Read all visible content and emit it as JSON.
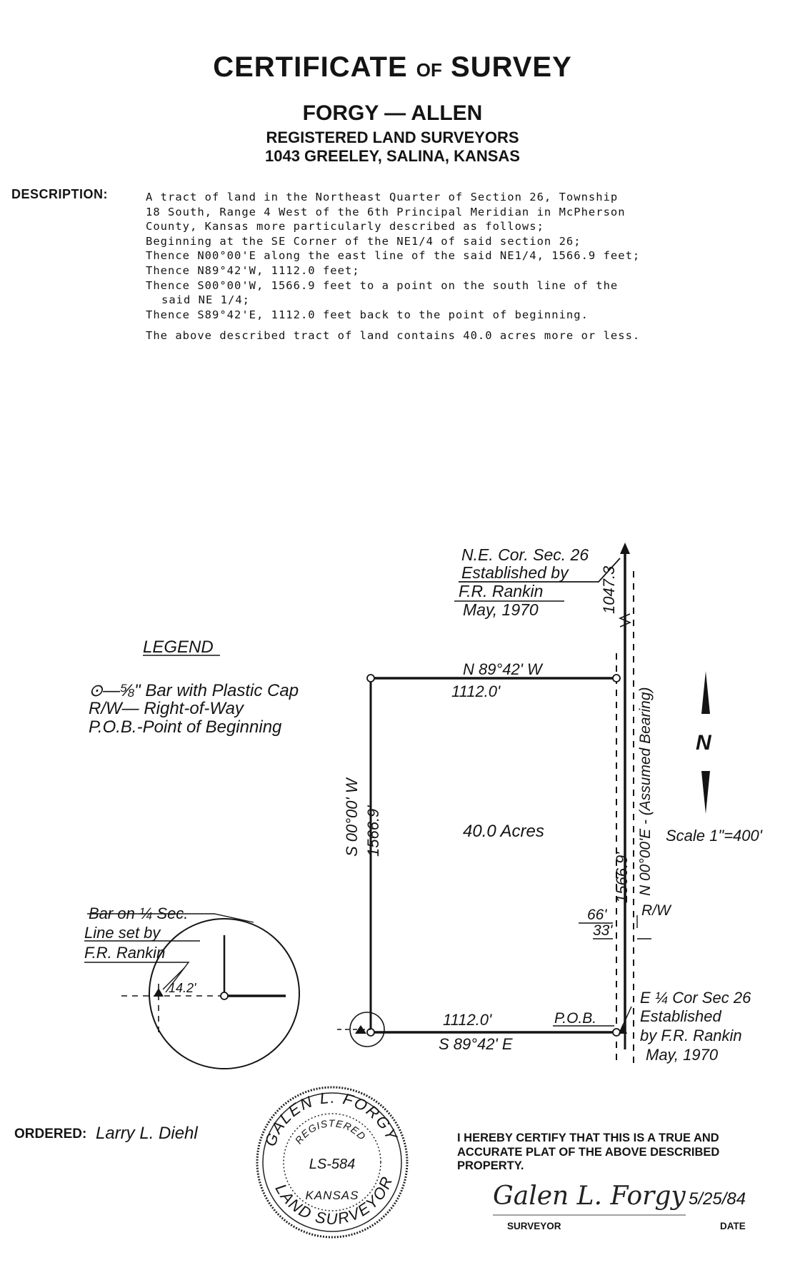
{
  "header": {
    "title_part1": "CERTIFICATE",
    "title_part2": "OF",
    "title_part3": "SURVEY",
    "firm_name": "FORGY — ALLEN",
    "firm_subtitle": "REGISTERED LAND SURVEYORS",
    "firm_address": "1043 GREELEY, SALINA, KANSAS"
  },
  "description": {
    "label": "DESCRIPTION:",
    "lines": [
      "A tract of land in the Northeast Quarter of Section 26, Township",
      "18 South, Range 4 West of the 6th Principal Meridian in McPherson",
      "County, Kansas more particularly described as follows;",
      "Beginning at the SE Corner of the NE1/4 of said section 26;",
      "Thence N00°00'E along the east line of the said NE1/4, 1566.9 feet;",
      "Thence N89°42'W, 1112.0 feet;",
      "Thence S00°00'W, 1566.9 feet to a point on the south line of the",
      "said NE 1/4;",
      "Thence S89°42'E, 1112.0 feet back to the point of beginning.",
      "The above described tract of land contains 40.0 acres more or less."
    ]
  },
  "legend": {
    "title": "LEGEND",
    "item1": "⊙—⅝\" Bar with Plastic Cap",
    "item2": "R/W— Right-of-Way",
    "item3": "P.O.B.-Point of Beginning"
  },
  "plat": {
    "ne_corner_line1": "N.E. Cor. Sec. 26",
    "ne_corner_line2": "Established by",
    "ne_corner_line3": "F.R. Rankin",
    "ne_corner_line4": "May, 1970",
    "top_bearing": "N 89°42' W",
    "top_distance": "1112.0'",
    "east_extension": "1047.3",
    "east_bearing": "N 00°00'E - (Assumed Bearing)",
    "east_distance": "1566.9'",
    "west_bearing": "S 00°00' W",
    "west_distance": "1566.9'",
    "area": "40.0 Acres",
    "scale": "Scale 1\"=400'",
    "north": "N",
    "row_66": "66'",
    "row_33": "33'",
    "row_label": "R/W",
    "bottom_distance": "1112.0'",
    "bottom_bearing": "S 89°42' E",
    "pob": "P.O.B.",
    "e_corner_line1": "E ¼ Cor Sec 26",
    "e_corner_line2": "Established",
    "e_corner_line3": "by F.R. Rankin",
    "e_corner_line4": "May, 1970",
    "bar_line1": "Bar on ¼ Sec.",
    "bar_line2": "Line set by",
    "bar_line3": "F.R. Rankin",
    "bar_distance": "14.2'"
  },
  "seal": {
    "top_text": "GALEN L. FORGY",
    "inner_top": "REGISTERED",
    "number": "LS-584",
    "state": "KANSAS",
    "bottom_text": "LAND SURVEYOR"
  },
  "footer": {
    "ordered_label": "ORDERED:",
    "ordered_name": "Larry L. Diehl",
    "certify_text": "I HEREBY CERTIFY THAT THIS IS A TRUE AND ACCURATE PLAT OF THE ABOVE DESCRIBED PROPERTY.",
    "signature": "Galen L. Forgy",
    "signature_date": "5/25/84",
    "surveyor_label": "SURVEYOR",
    "date_label": "DATE"
  }
}
